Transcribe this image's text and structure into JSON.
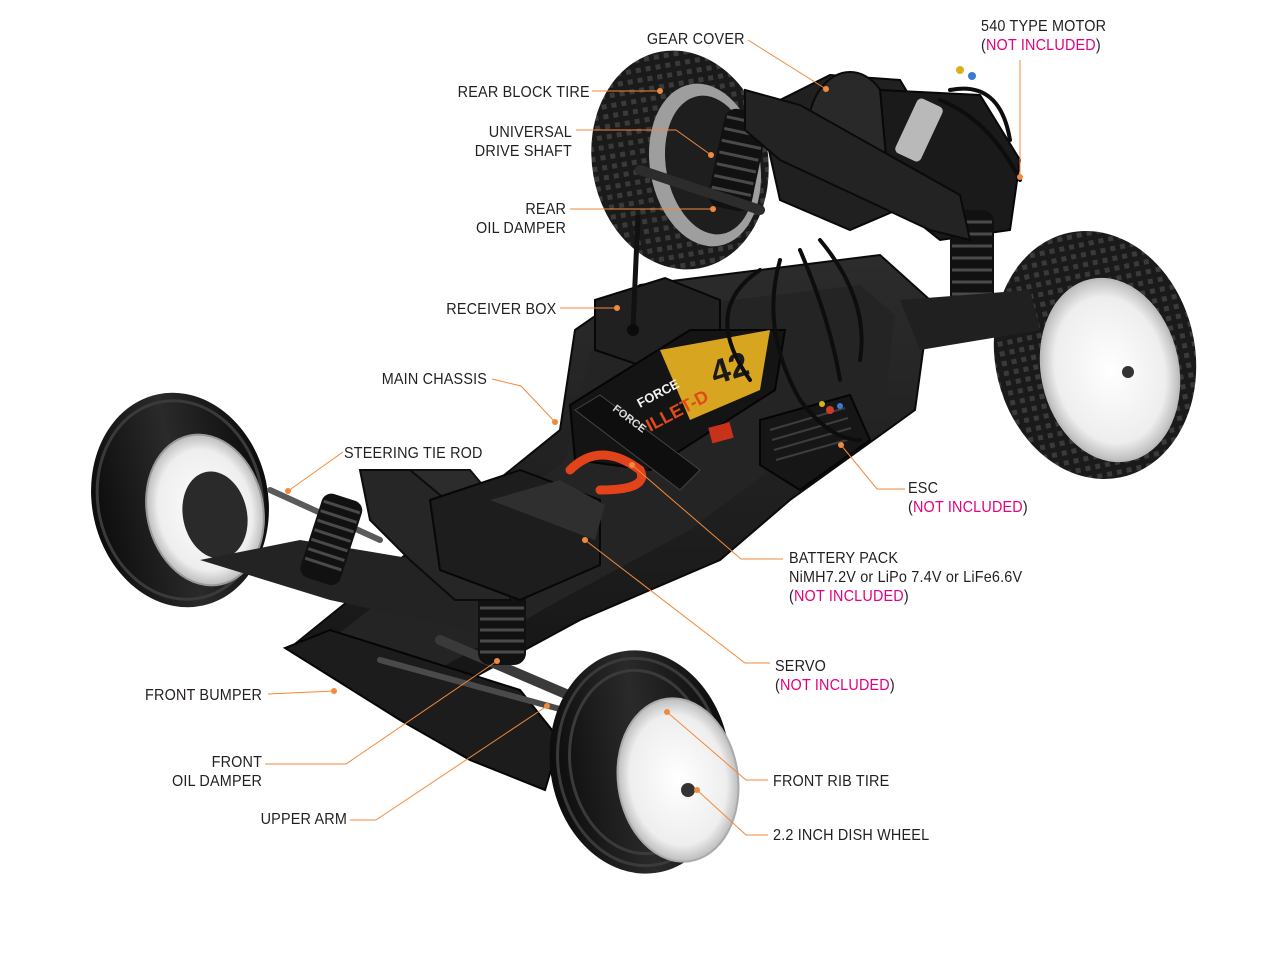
{
  "labels": {
    "gear_cover": "GEAR COVER",
    "motor": "540 TYPE MOTOR",
    "not_included": "NOT INCLUDED",
    "rear_block_tire": "REAR BLOCK TIRE",
    "universal_1": "UNIVERSAL",
    "universal_2": "DRIVE SHAFT",
    "rear_damper_1": "REAR",
    "rear_damper_2": "OIL DAMPER",
    "receiver_box": "RECEIVER BOX",
    "main_chassis": "MAIN CHASSIS",
    "steering_tie_rod": "STEERING TIE ROD",
    "esc": "ESC",
    "battery_1": "BATTERY PACK",
    "battery_2": "NiMH7.2V or LiPo 7.4V or LiFe6.6V",
    "servo": "SERVO",
    "front_bumper": "FRONT BUMPER",
    "front_damper_1": "FRONT",
    "front_damper_2": "OIL DAMPER",
    "upper_arm": "UPPER ARM",
    "front_rib_tire": "FRONT RIB TIRE",
    "dish_wheel": "2.2 INCH DISH WHEEL"
  },
  "battery_label": {
    "brand": "FORCE",
    "name": "ILLET-D",
    "capacity": "42"
  },
  "strap_text": "FORCE",
  "colors": {
    "leader": "#f08a3c",
    "not_included": "#e4007f",
    "text": "#231f20"
  }
}
